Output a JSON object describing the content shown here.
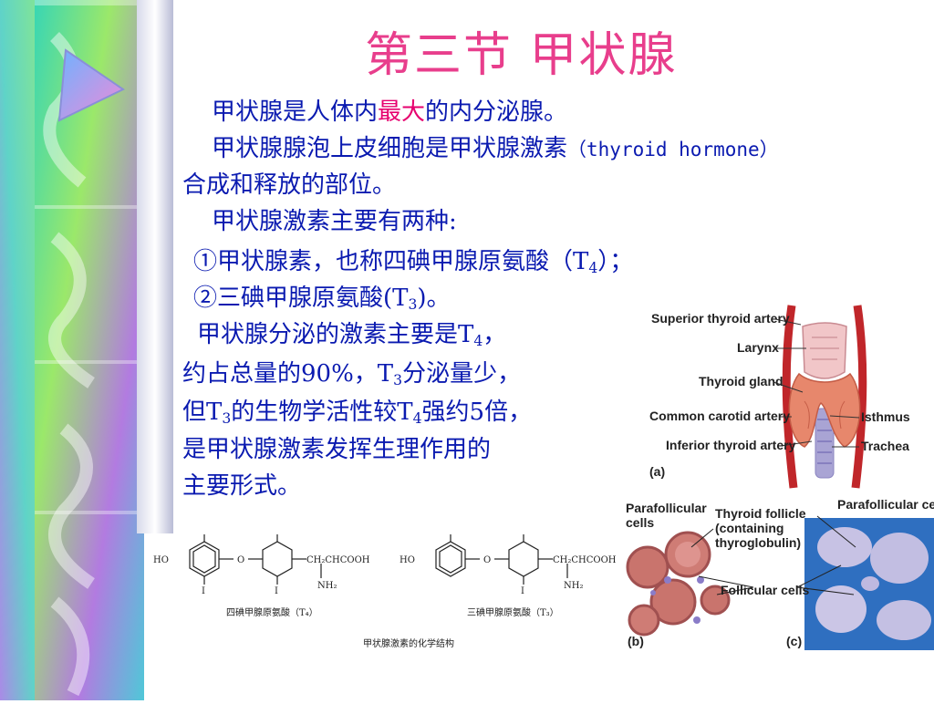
{
  "title": "第三节 甲状腺",
  "paragraphs": {
    "p1_before": "甲状腺是人体内",
    "p1_highlight": "最大",
    "p1_after": "的内分泌腺。",
    "p2_line1": "甲状腺腺泡上皮细胞是甲状腺激素",
    "p2_english": "（thyroid hormone）",
    "p2_line2": "合成和释放的部位。",
    "p3": "甲状腺激素主要有两种:",
    "item1_before": "①甲状腺素，也称四碘甲腺原氨酸（T",
    "item1_sub": "4",
    "item1_after": "）；",
    "item2_before": "②三碘甲腺原氨酸(T",
    "item2_sub": "3",
    "item2_after": ")。",
    "p4_l1_before": "甲状腺分泌的激素主要是T",
    "p4_l1_sub": "4",
    "p4_l1_after": "，",
    "p4_l2_before": "约占总量的90%，T",
    "p4_l2_sub": "3",
    "p4_l2_after": "分泌量少，",
    "p4_l3_a": "但T",
    "p4_l3_sub1": "3",
    "p4_l3_b": "的生物学活性较T",
    "p4_l3_sub2": "4",
    "p4_l3_c": "强约5倍，",
    "p4_l4": "是甲状腺激素发挥生理作用的",
    "p4_l5": "主要形式。"
  },
  "anatomy_figure": {
    "labels_left": [
      "Superior thyroid artery",
      "Larynx",
      "Thyroid gland",
      "Common carotid artery",
      "Inferior thyroid artery"
    ],
    "labels_right": [
      "Isthmus",
      "Trachea"
    ],
    "panel_a": "(a)",
    "panel_b": "(b)",
    "panel_c": "(c)",
    "parafollicular_b": "Parafollicular cells",
    "thyroid_follicle": "Thyroid follicle (containing thyroglobulin)",
    "follicular_cells": "Follicular cells",
    "parafollicular_c": "Parafollicular cell"
  },
  "chemistry_figure": {
    "t4_name": "四碘甲腺原氨酸（T₄）",
    "t3_name": "三碘甲腺原氨酸（T₃）",
    "caption": "甲状腺激素的化学结构",
    "ho": "HO",
    "side_chain": "CH₂CHCOOH",
    "nh2": "NH₂",
    "iodine": "I"
  },
  "colors": {
    "title": "#e83e8c",
    "body": "#0a1ab0",
    "highlight": "#e6006e"
  }
}
